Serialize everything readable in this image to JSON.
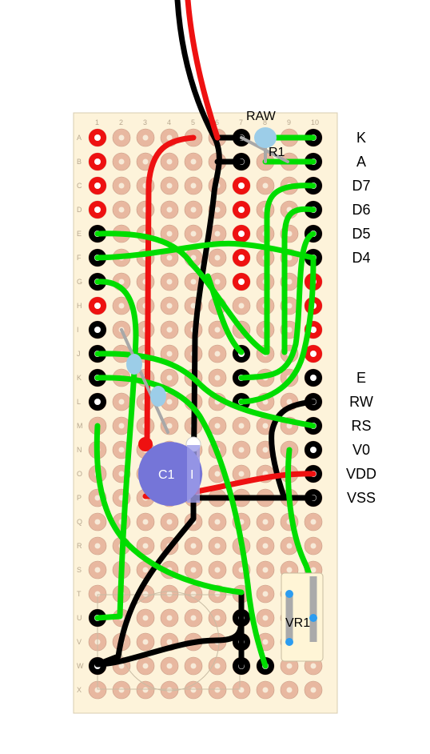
{
  "board": {
    "columns": [
      "1",
      "2",
      "3",
      "4",
      "5",
      "6",
      "7",
      "8",
      "9",
      "10"
    ],
    "rows": [
      "A",
      "B",
      "C",
      "D",
      "E",
      "F",
      "G",
      "H",
      "I",
      "J",
      "K",
      "L",
      "M",
      "N",
      "O",
      "P",
      "Q",
      "R",
      "S",
      "T",
      "U",
      "V",
      "W",
      "X"
    ]
  },
  "pin_labels": [
    "K",
    "A",
    "D7",
    "D6",
    "D5",
    "D4",
    "E",
    "RW",
    "RS",
    "V0",
    "VDD",
    "VSS"
  ],
  "components": {
    "raw": "RAW",
    "resistor": "R1",
    "capacitor": "C1",
    "capacitor_mark": "I",
    "trimpot": "VR1"
  },
  "colors": {
    "board": "#fdf3da",
    "pad": "#e8b8a0",
    "red_wire": "#ee1111",
    "black_wire": "#000000",
    "green_wire": "#00dd00",
    "capacitor": "#7575d8",
    "resistor": "#9ccde8"
  }
}
